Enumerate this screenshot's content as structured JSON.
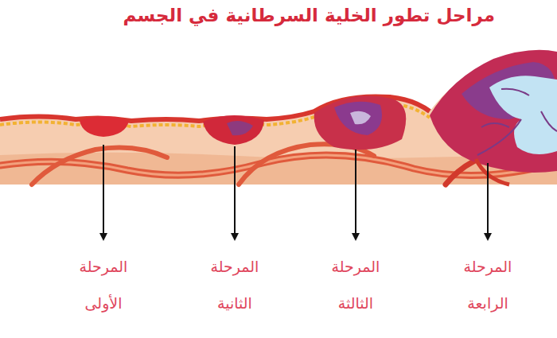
{
  "diagram": {
    "title": "مراحل تطور الخلية السرطانية في الجسم",
    "labels": [
      "المرحلة الأولى",
      "المرحلة الثانية",
      "المرحلة الثالثة",
      "المرحلة الرابعة"
    ]
  }
}
